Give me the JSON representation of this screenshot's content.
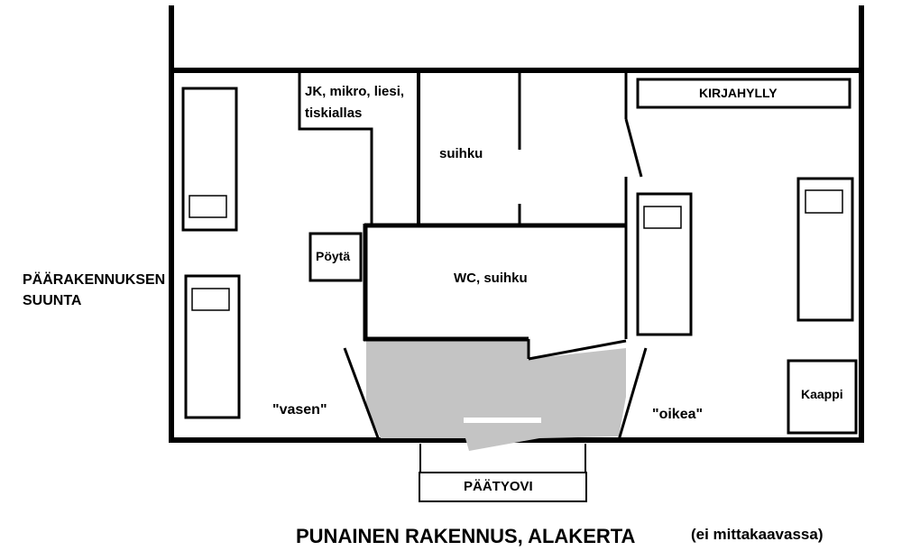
{
  "title": "PUNAINEN RAKENNUS, ALAKERTA",
  "scale_note": "(ei mittakaavassa)",
  "direction_label": {
    "line1": "PÄÄRAKENNUKSEN",
    "line2": "SUUNTA"
  },
  "rooms": {
    "kitchen": {
      "line1": "JK, mikro, liesi,",
      "line2": "tiskiallas"
    },
    "shower": "suihku",
    "table": "Pöytä",
    "wc_shower": "WC, suihku",
    "bookshelf": "KIRJAHYLLY",
    "cabinet": "Kaappi",
    "left_side": "\"vasen\"",
    "right_side": "\"oikea\"",
    "end_door": "PÄÄTYOVI"
  },
  "colors": {
    "wall": "#000000",
    "floor_mat": "#c4c4c4",
    "background": "#ffffff"
  }
}
